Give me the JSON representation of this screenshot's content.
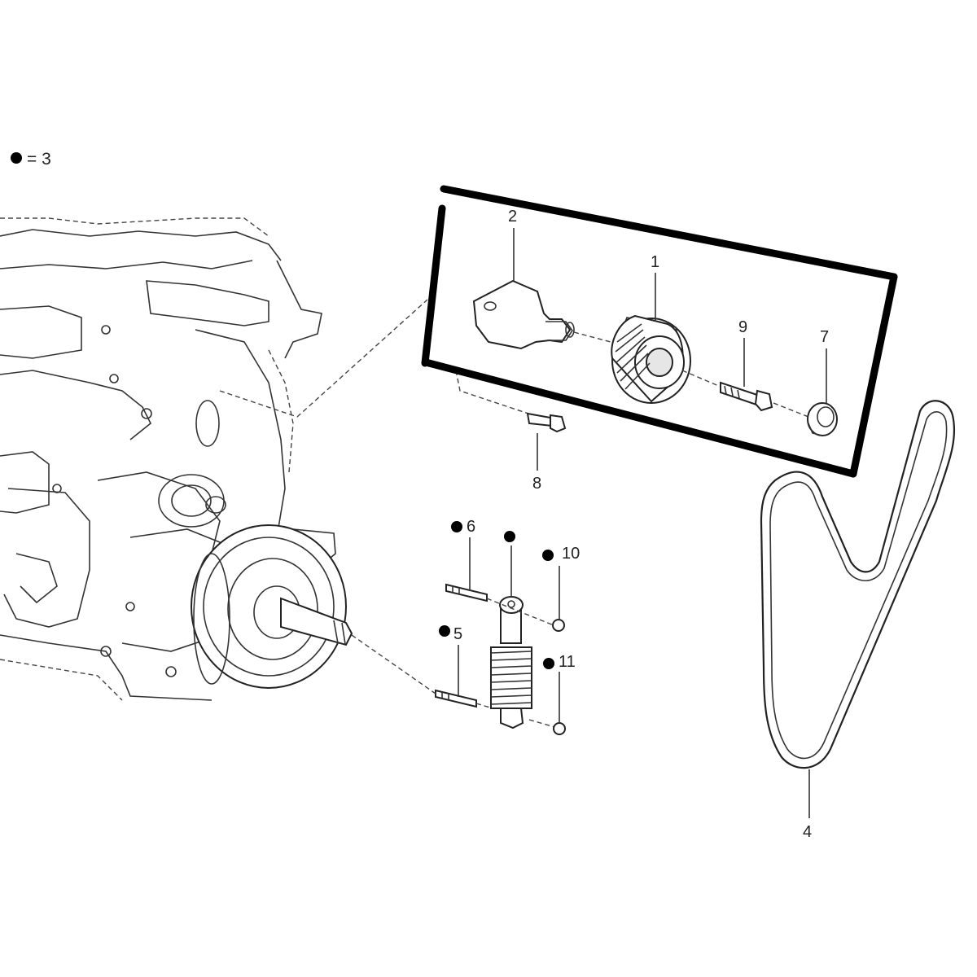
{
  "legend": {
    "symbol": "●",
    "text": "= 3"
  },
  "callouts": [
    {
      "id": "1",
      "text": "1"
    },
    {
      "id": "2",
      "text": "2"
    },
    {
      "id": "4",
      "text": "4"
    },
    {
      "id": "5",
      "text": "5"
    },
    {
      "id": "6",
      "text": "6"
    },
    {
      "id": "7",
      "text": "7"
    },
    {
      "id": "8",
      "text": "8"
    },
    {
      "id": "9",
      "text": "9"
    },
    {
      "id": "10",
      "text": "10"
    },
    {
      "id": "11",
      "text": "11"
    }
  ],
  "colors": {
    "ink": "#222222",
    "highlight": "#000000",
    "background": "#ffffff"
  }
}
